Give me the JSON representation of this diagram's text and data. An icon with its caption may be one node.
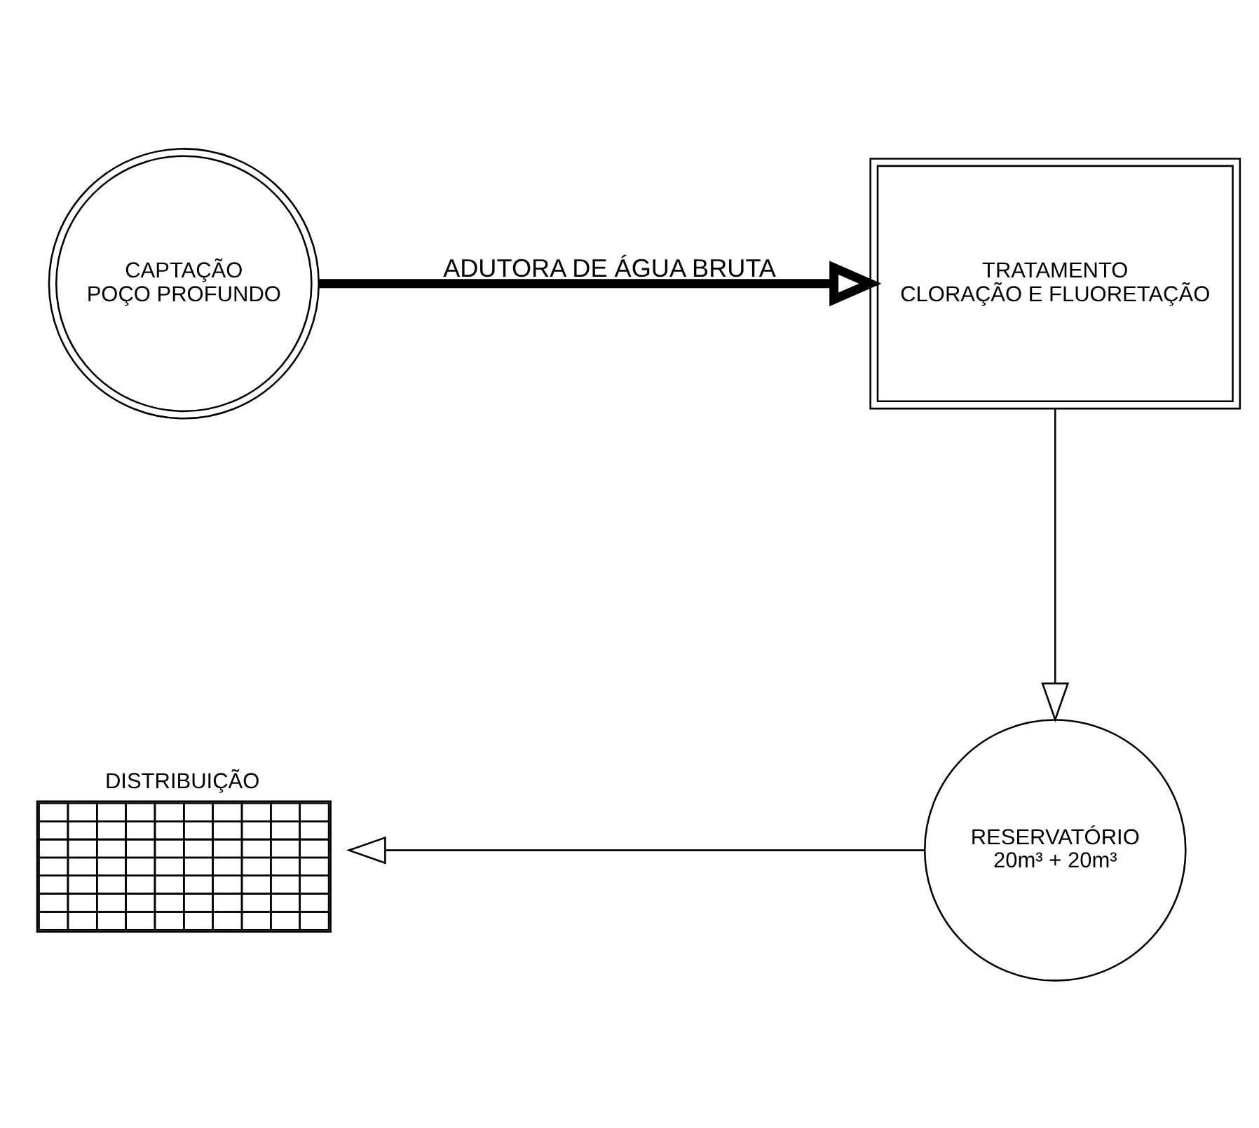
{
  "diagram": {
    "nodes": [
      {
        "text": [
          "CAPTAÇÃO",
          "POÇO PROFUNDO"
        ]
      },
      {
        "text": [
          "TRATAMENTO",
          "CLORAÇÃO E FLUORETAÇÃO"
        ]
      },
      {
        "text": [
          "RESERVATÓRIO",
          "20m³ + 20m³"
        ]
      },
      {
        "text": [
          "DISTRIBUIÇÃO"
        ]
      }
    ],
    "edges": [
      {
        "from": 0,
        "to": 1,
        "arrow": "to",
        "label": "ADUTORA DE ÁGUA BRUTA",
        "style": "thick"
      },
      {
        "from": 1,
        "to": 2,
        "arrow": "to"
      },
      {
        "from": 2,
        "to": 3,
        "arrow": "to"
      }
    ]
  }
}
